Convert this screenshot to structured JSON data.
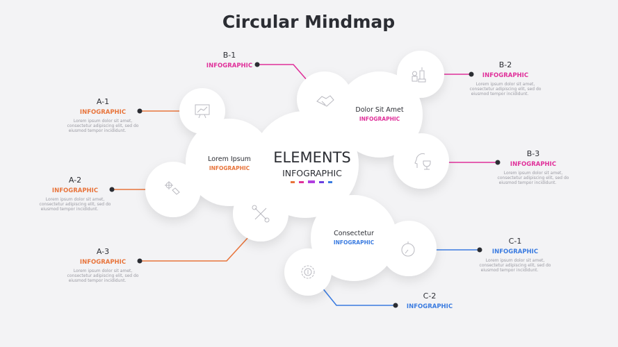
{
  "title": "Circular Mindmap",
  "colors": {
    "orange": "#e8743b",
    "pink": "#e0309a",
    "purple": "#b13ee0",
    "indigo": "#6a3fe0",
    "blue": "#3a7be0",
    "dark": "#2b2d33"
  },
  "center": {
    "line1": "ELEMENTS",
    "line2": "INFOGRAPHIC"
  },
  "hubs": [
    {
      "title": "Lorem Ipsum",
      "sub": "INFOGRAPHIC"
    },
    {
      "title": "Dolor Sit Amet",
      "sub": "INFOGRAPHIC"
    },
    {
      "title": "Consectetur",
      "sub": "INFOGRAPHIC"
    }
  ],
  "nodes": {
    "a1": {
      "label": "A-1",
      "sub": "INFOGRAPHIC",
      "icon": "presentation-chart-icon",
      "desc": [
        "Lorem  ipsum  dolor  sit  amet,",
        "consectetur adipiscing elit, sed do",
        "eiusmod tempor incididunt."
      ]
    },
    "a2": {
      "label": "A-2",
      "sub": "INFOGRAPHIC",
      "icon": "hand-target-icon",
      "desc": [
        "Lorem  ipsum  dolor  sit  amet,",
        "consectetur adipiscing elit, sed do",
        "eiusmod tempor incididunt."
      ]
    },
    "a3": {
      "label": "A-3",
      "sub": "INFOGRAPHIC",
      "icon": "tools-icon",
      "desc": [
        "Lorem  ipsum  dolor  sit  amet,",
        "consectetur adipiscing elit, sed do",
        "eiusmod tempor incididunt."
      ]
    },
    "b1": {
      "label": "B-1",
      "sub": "INFOGRAPHIC",
      "icon": "handshake-icon"
    },
    "b2": {
      "label": "B-2",
      "sub": "INFOGRAPHIC",
      "icon": "chess-icon",
      "desc": [
        "Lorem  ipsum  dolor  sit  amet,",
        "consectetur adipiscing elit, sed do",
        "eiusmod tempor incididunt."
      ]
    },
    "b3": {
      "label": "B-3",
      "sub": "INFOGRAPHIC",
      "icon": "head-trophy-icon",
      "desc": [
        "Lorem  ipsum  dolor  sit  amet,",
        "consectetur adipiscing elit, sed do",
        "eiusmod tempor incididunt."
      ]
    },
    "c1": {
      "label": "C-1",
      "sub": "INFOGRAPHIC",
      "icon": "stopwatch-icon",
      "desc": [
        "Lorem  ipsum  dolor  sit  amet,",
        "consectetur adipiscing elit, sed do",
        "eiusmod tempor incididunt."
      ]
    },
    "c2": {
      "label": "C-2",
      "sub": "INFOGRAPHIC",
      "icon": "gear-dollar-icon"
    }
  }
}
